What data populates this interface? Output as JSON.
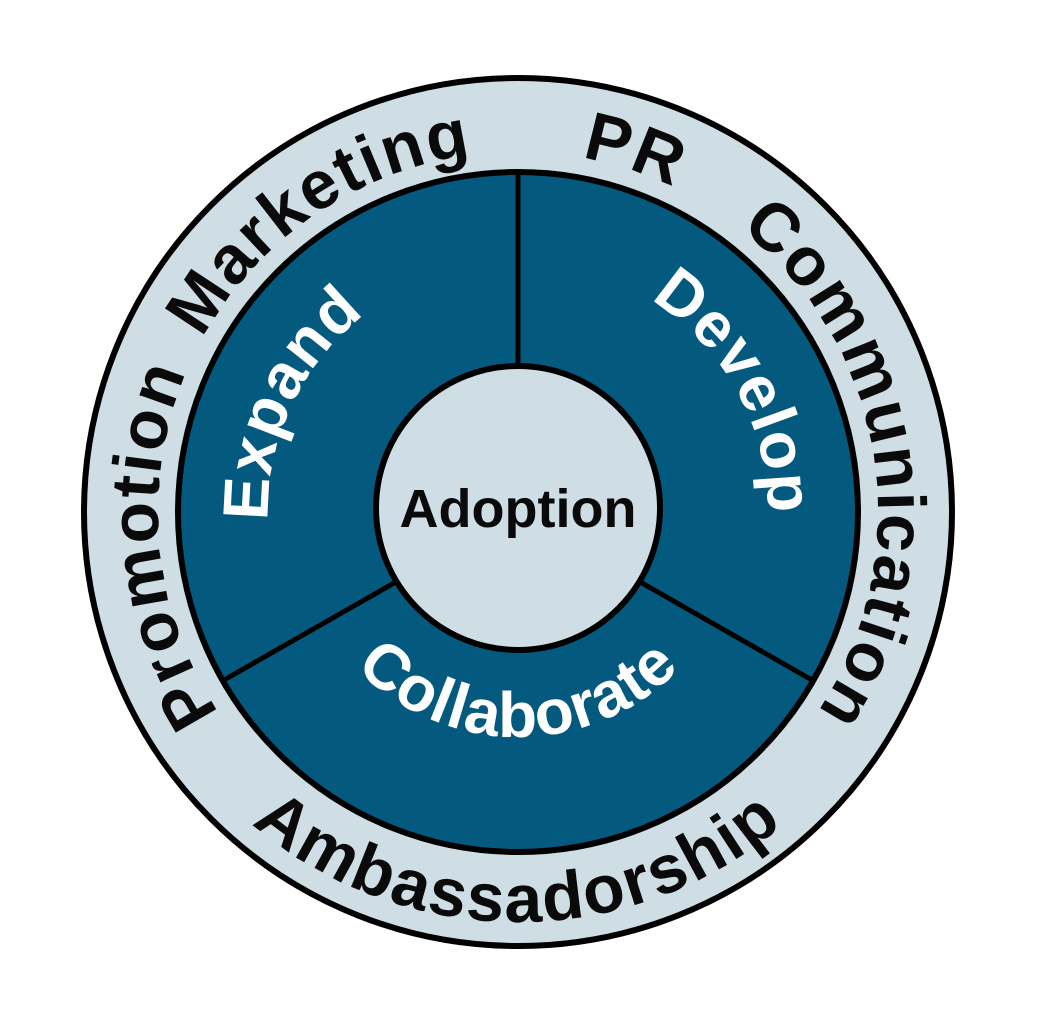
{
  "colors": {
    "ring": "#cfdee4",
    "segment": "#045a7e",
    "center": "#cfdee4",
    "stroke": "#000000"
  },
  "outer_ring": {
    "labels": [
      "Promotion",
      "Marketing",
      "PR",
      "Communication",
      "Ambassadorship"
    ]
  },
  "segments": [
    "Expand",
    "Develop",
    "Collaborate"
  ],
  "center": {
    "label": "Adoption"
  }
}
